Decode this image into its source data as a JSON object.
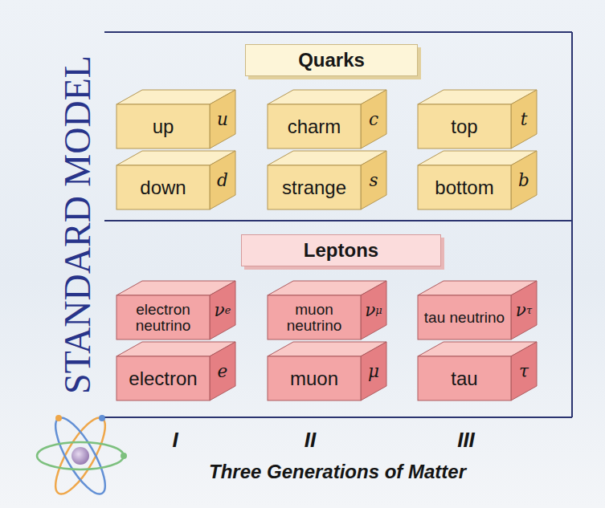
{
  "diagram": {
    "title": "STANDARD MODEL",
    "caption": "Three Generations of Matter",
    "nodes": [
      {
        "text": [
          "Quarks"
        ]
      },
      {
        "text": [
          "up",
          "u"
        ]
      },
      {
        "text": [
          "charm",
          "c"
        ]
      },
      {
        "text": [
          "top",
          "t"
        ]
      },
      {
        "text": [
          "down",
          "d"
        ]
      },
      {
        "text": [
          "strange",
          "s"
        ]
      },
      {
        "text": [
          "bottom",
          "b"
        ]
      },
      {
        "text": [
          "Leptons"
        ]
      },
      {
        "text": [
          "electron neutrino",
          "νe"
        ]
      },
      {
        "text": [
          "muon neutrino",
          "νμ"
        ]
      },
      {
        "text": [
          "tau neutrino",
          "ντ"
        ]
      },
      {
        "text": [
          "electron",
          "e"
        ]
      },
      {
        "text": [
          "muon",
          "μ"
        ]
      },
      {
        "text": [
          "tau",
          "τ"
        ]
      }
    ],
    "labels": [
      "I",
      "II",
      "III"
    ]
  }
}
